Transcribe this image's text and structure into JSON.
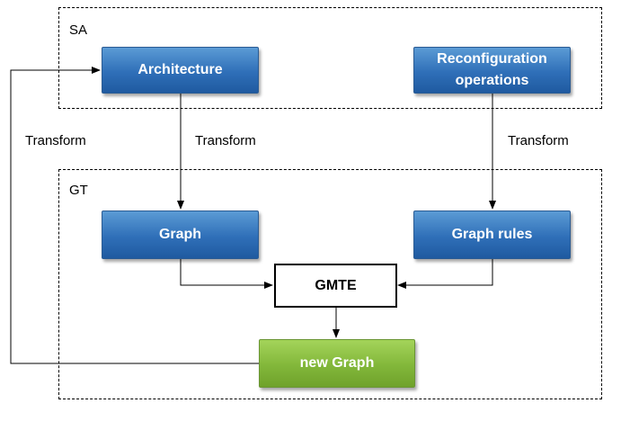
{
  "regions": {
    "sa": {
      "label": "SA"
    },
    "gt": {
      "label": "GT"
    }
  },
  "nodes": {
    "architecture": "Architecture",
    "reconfiguration": [
      "Reconfiguration",
      "operations"
    ],
    "graph": "Graph",
    "graph_rules": "Graph rules",
    "gmte": "GMTE",
    "new_graph": "new Graph"
  },
  "edge_labels": {
    "left_transform": "Transform",
    "middle_transform": "Transform",
    "right_transform": "Transform"
  },
  "colors": {
    "blue_box": "#2f6fb8",
    "green_box": "#82b73a",
    "line": "#000000"
  }
}
